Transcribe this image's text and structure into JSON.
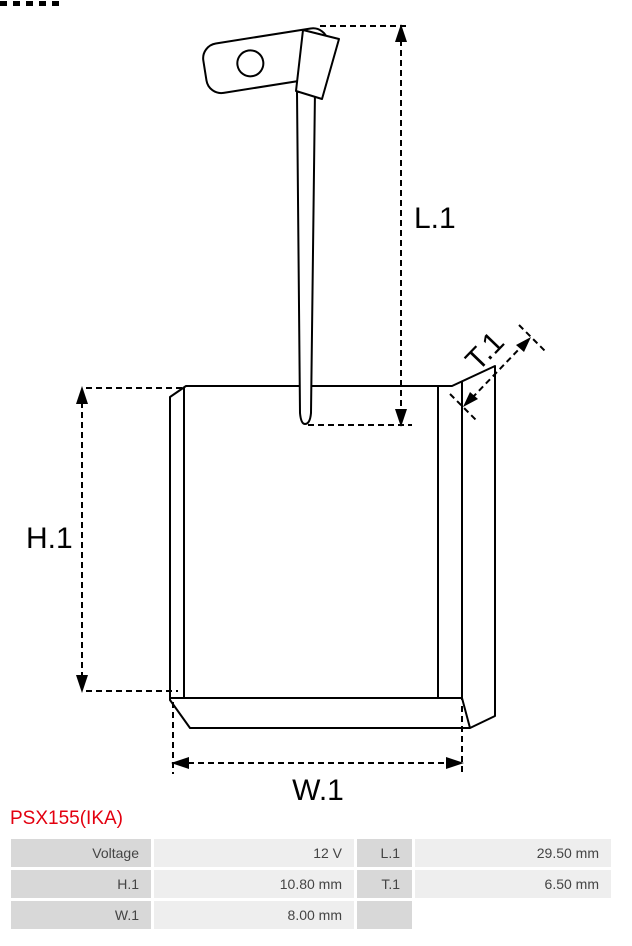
{
  "part": {
    "number": "PSX155(IKA)"
  },
  "diagram": {
    "labels": {
      "length": "L.1",
      "height": "H.1",
      "width": "W.1",
      "thickness": "T.1"
    }
  },
  "specs": {
    "rows": [
      {
        "label1": "Voltage",
        "value1": "12 V",
        "label2": "L.1",
        "value2": "29.50 mm"
      },
      {
        "label1": "H.1",
        "value1": "10.80 mm",
        "label2": "T.1",
        "value2": "6.50 mm"
      },
      {
        "label1": "W.1",
        "value1": "8.00 mm",
        "label2": "",
        "value2": ""
      }
    ]
  },
  "colors": {
    "part_number_red": "#e3000f",
    "label_cell_bg": "#d8d8d8",
    "value_cell_bg": "#eeeeee",
    "drawing_stroke": "#000000"
  }
}
